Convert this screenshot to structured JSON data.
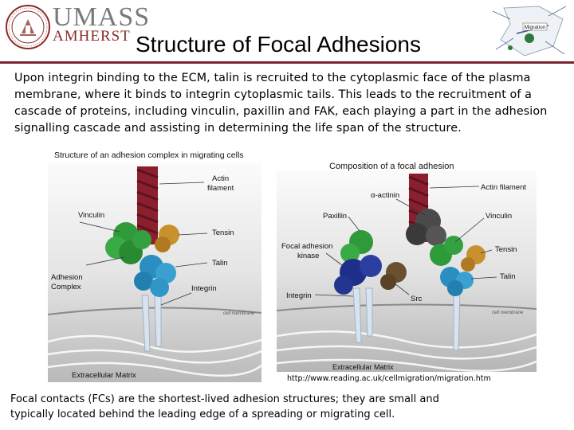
{
  "header": {
    "logo_umass": "UMASS",
    "logo_amherst": "AMHERST",
    "title": "Structure of Focal Adhesions",
    "corner_label": "Migration"
  },
  "intro_text": "Upon integrin binding to the ECM, talin is recruited to the cytoplasmic face of the plasma membrane, where it binds to integrin cytoplasmic tails. This leads to the recruitment of a cascade of proteins, including vinculin, paxillin and FAK, each playing a part in the adhesion signalling cascade and assisting in determining the life span of the structure.",
  "figure1": {
    "title": "Structure of an adhesion complex in migrating cells",
    "labels": {
      "actin_filament_1": "Actin",
      "actin_filament_2": "filament",
      "vinculin": "Vinculin",
      "tensin": "Tensin",
      "talin": "Talin",
      "adhesion_complex_1": "Adhesion",
      "adhesion_complex_2": "Complex",
      "integrin": "Integrin",
      "cell_membrane": "cell membrane",
      "ecm": "Extracellular Matrix"
    }
  },
  "figure2": {
    "title": "Composition of a focal adhesion",
    "labels": {
      "actin_filament": "Actin filament",
      "alpha_actinin": "α-actinin",
      "paxillin": "Paxillin",
      "vinculin": "Vinculin",
      "fak_1": "Focal adhesion",
      "fak_2": "kinase",
      "tensin": "Tensin",
      "talin": "Talin",
      "integrin": "Integrin",
      "src": "Src",
      "cell_membrane": "cell membrane",
      "ecm": "Extracellular Matrix"
    }
  },
  "source_url": "http://www.reading.ac.uk/cellmigration/migration.htm",
  "footer_text": "Focal contacts (FCs) are the shortest-lived adhesion structures; they are small and typically located behind the leading edge of a spreading or migrating cell."
}
